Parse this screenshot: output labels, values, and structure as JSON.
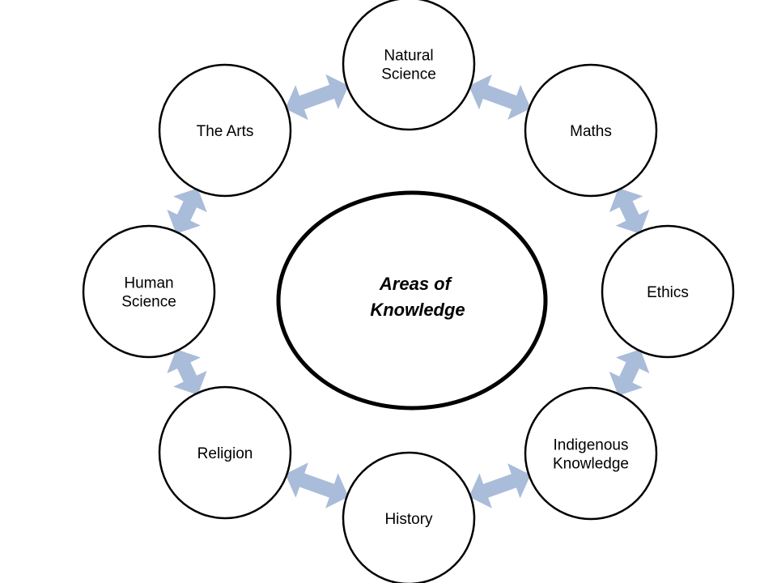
{
  "colors": {
    "arrow": "#a9bcd9",
    "stroke": "#000000",
    "background": "#ffffff"
  },
  "center": {
    "lines": [
      "Areas of",
      "Knowledge"
    ]
  },
  "nodes": [
    {
      "id": "natural-science",
      "lines": [
        "Natural",
        "Science"
      ]
    },
    {
      "id": "maths",
      "lines": [
        "Maths"
      ]
    },
    {
      "id": "ethics",
      "lines": [
        "Ethics"
      ]
    },
    {
      "id": "indigenous-knowledge",
      "lines": [
        "Indigenous",
        "Knowledge"
      ]
    },
    {
      "id": "history",
      "lines": [
        "History"
      ]
    },
    {
      "id": "religion",
      "lines": [
        "Religion"
      ]
    },
    {
      "id": "human-science",
      "lines": [
        "Human",
        "Science"
      ]
    },
    {
      "id": "the-arts",
      "lines": [
        "The Arts"
      ]
    }
  ],
  "connections": [
    [
      "the-arts",
      "natural-science"
    ],
    [
      "natural-science",
      "maths"
    ],
    [
      "maths",
      "ethics"
    ],
    [
      "ethics",
      "indigenous-knowledge"
    ],
    [
      "indigenous-knowledge",
      "history"
    ],
    [
      "history",
      "religion"
    ],
    [
      "religion",
      "human-science"
    ],
    [
      "human-science",
      "the-arts"
    ]
  ]
}
